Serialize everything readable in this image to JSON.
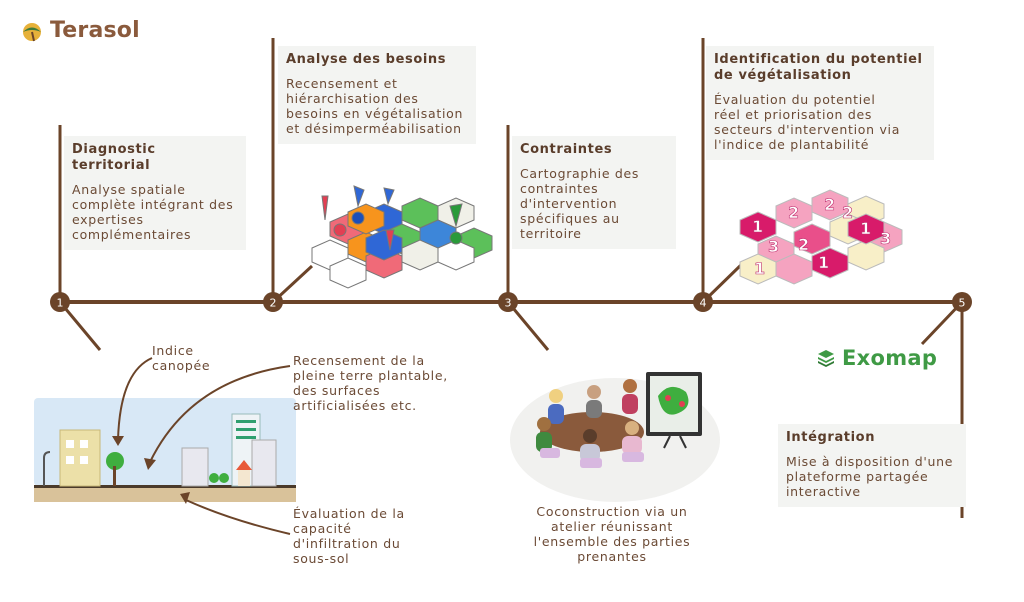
{
  "brand": {
    "name": "Terasol"
  },
  "partner": {
    "name": "Exomap"
  },
  "colors": {
    "line": "#6b4429",
    "text": "#5a3d2b",
    "box_bg": "#f3f4f2",
    "exomap_green": "#3f9a45"
  },
  "steps": [
    {
      "number": "1",
      "title": "Diagnostic territorial",
      "text": "Analyse spatiale complète intégrant des expertises complémentaires"
    },
    {
      "number": "2",
      "title": "Analyse des besoins",
      "text": "Recensement et hiérarchisation des besoins en végétalisation et désimperméabilisation"
    },
    {
      "number": "3",
      "title": "Contraintes",
      "text": "Cartographie des contraintes d'intervention spécifiques au territoire"
    },
    {
      "number": "4",
      "title": "Identification du potentiel de végétalisation",
      "text": "Évaluation du potentiel réel et priorisation des secteurs d'intervention via l'indice de plantabilité"
    },
    {
      "number": "5",
      "title": "Intégration",
      "text": "Mise à disposition d'une plateforme partagée interactive"
    }
  ],
  "annotations": {
    "canopee": "Indice canopée",
    "recensement": "Recensement de la pleine terre plantable, des surfaces artificialisées etc.",
    "infiltration": "Évaluation de la capacité d'infiltration du sous-sol",
    "coconstruction": "Coconstruction via un atelier réunissant l'ensemble des parties prenantes"
  },
  "hex_map_numbers": [
    "1",
    "2",
    "2",
    "2",
    "1",
    "3",
    "2",
    "1",
    "3",
    "1"
  ]
}
